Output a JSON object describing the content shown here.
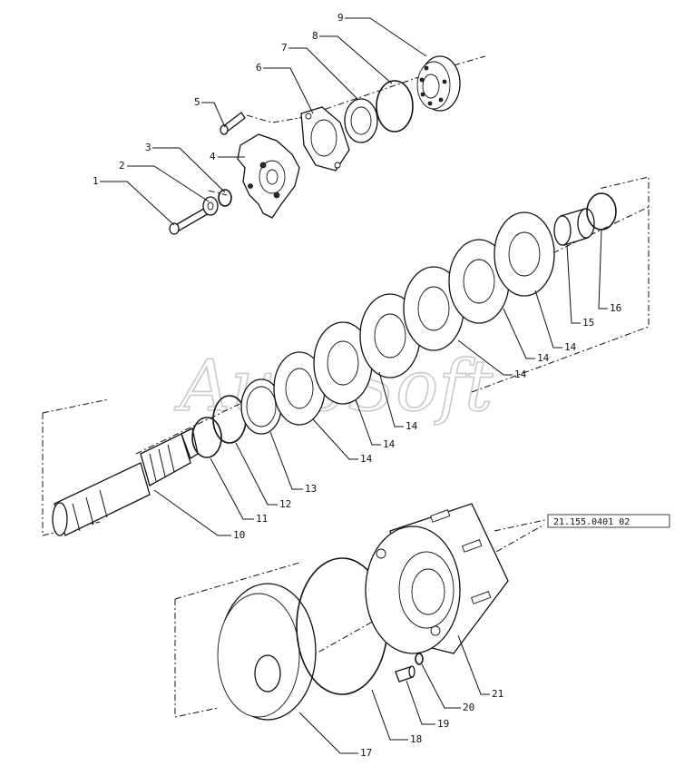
{
  "watermark": {
    "text": "AutoSoft"
  },
  "reference_box": {
    "text": "21.155.0401 02"
  },
  "callouts": [
    {
      "id": "c1",
      "label": "1"
    },
    {
      "id": "c2",
      "label": "2"
    },
    {
      "id": "c3",
      "label": "3"
    },
    {
      "id": "c4",
      "label": "4"
    },
    {
      "id": "c5",
      "label": "5"
    },
    {
      "id": "c6",
      "label": "6"
    },
    {
      "id": "c7",
      "label": "7"
    },
    {
      "id": "c8",
      "label": "8"
    },
    {
      "id": "c9",
      "label": "9"
    },
    {
      "id": "c10",
      "label": "10"
    },
    {
      "id": "c11",
      "label": "11"
    },
    {
      "id": "c12",
      "label": "12"
    },
    {
      "id": "c13",
      "label": "13"
    },
    {
      "id": "c14a",
      "label": "14"
    },
    {
      "id": "c14b",
      "label": "14"
    },
    {
      "id": "c14c",
      "label": "14"
    },
    {
      "id": "c14d",
      "label": "14"
    },
    {
      "id": "c14e",
      "label": "14"
    },
    {
      "id": "c14f",
      "label": "14"
    },
    {
      "id": "c15",
      "label": "15"
    },
    {
      "id": "c16",
      "label": "16"
    },
    {
      "id": "c17",
      "label": "17"
    },
    {
      "id": "c18",
      "label": "18"
    },
    {
      "id": "c19",
      "label": "19"
    },
    {
      "id": "c20",
      "label": "20"
    },
    {
      "id": "c21",
      "label": "21"
    }
  ]
}
